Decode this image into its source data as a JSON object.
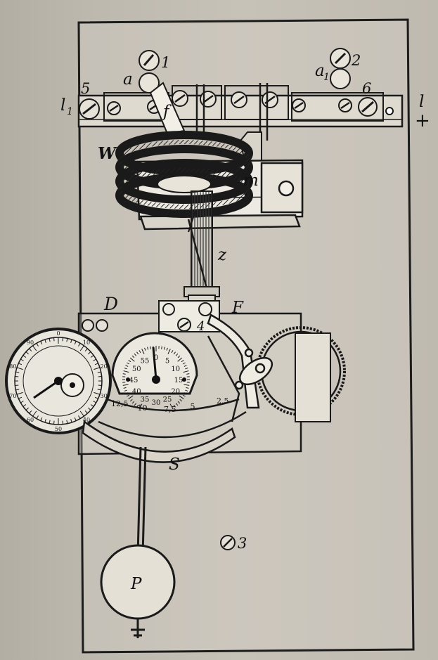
{
  "figure": {
    "labels": {
      "ball_1": "1",
      "ball_2": "2",
      "ball_3": "3",
      "contact_a": "a",
      "contact_a1": "a",
      "subscript_1": "1",
      "terminal_5": "5",
      "terminal_6": "6",
      "terminal_l1": "l",
      "terminal_l": "l",
      "plus_sign": "+",
      "lever_f": "f",
      "coil_W": "W",
      "core_m": "m",
      "rod_z": "z",
      "plate_D": "D",
      "lever_F": "F",
      "post_4": "4",
      "arm_S": "S",
      "pendulum_P": "P"
    },
    "dial_center": {
      "ticks": [
        "0",
        "5",
        "10",
        "15",
        "20",
        "25",
        "30",
        "35",
        "40",
        "45",
        "50",
        "55"
      ],
      "outer_scale": [
        "12,5",
        "10",
        "7,5",
        "5",
        "2,5"
      ]
    },
    "dial_left": {
      "ticks": [
        "0",
        "10",
        "20",
        "30",
        "40",
        "50",
        "60",
        "70",
        "80",
        "90"
      ]
    }
  }
}
